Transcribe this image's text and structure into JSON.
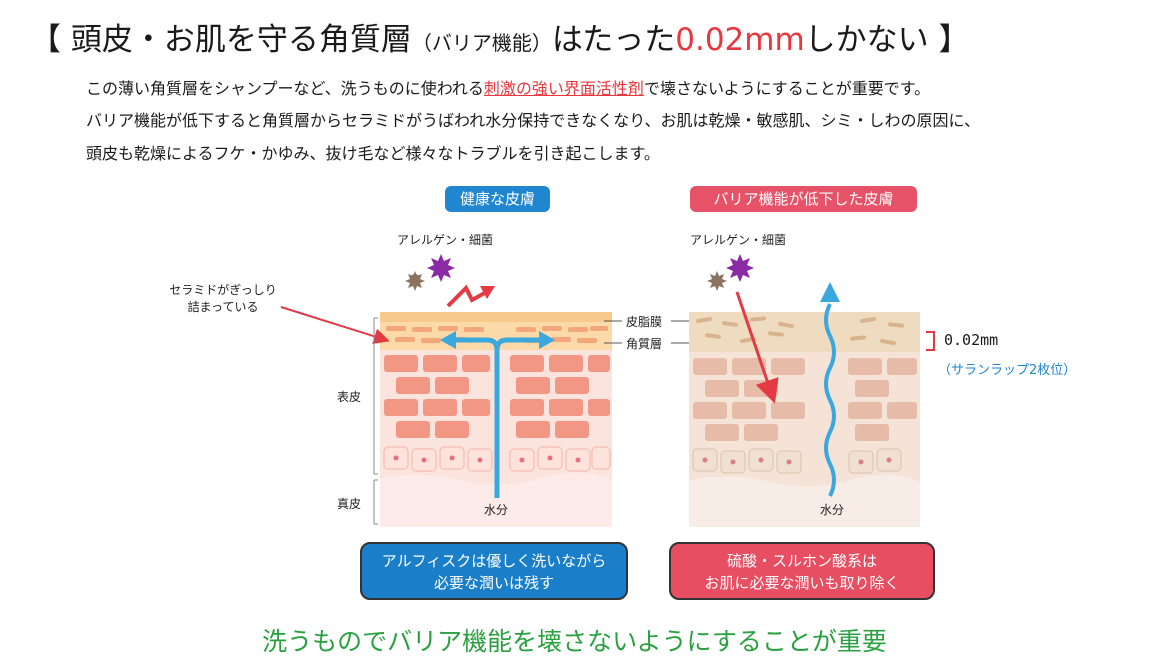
{
  "headline": {
    "open_bracket": "【",
    "main": "頭皮・お肌を守る角質層",
    "paren": "（バリア機能）",
    "mid": "はたった",
    "amount": "0.02mm",
    "tail": "しかない",
    "close_bracket": "】"
  },
  "paragraph": {
    "line1_pre": "この薄い角質層をシャンプーなど、洗うものに使われる",
    "line1_emph": "刺激の強い界面活性剤",
    "line1_post": "で壊さないようにすることが重要です。",
    "line2": "バリア機能が低下すると角質層からセラミドがうばわれ水分保持できなくなり、お肌は乾燥・敏感肌、シミ・しわの原因に、",
    "line3": "頭皮も乾燥によるフケ・かゆみ、抜け毛など様々なトラブルを引き起こします。"
  },
  "left_panel": {
    "title": "健康な皮膚",
    "allergen_label": "アレルゲン・細菌",
    "ceramide_note_line1": "セラミドがぎっしり",
    "ceramide_note_line2": "詰まっている",
    "epidermis_label": "表皮",
    "dermis_label": "真皮",
    "water_label": "水分",
    "sebum_label": "皮脂膜",
    "stratum_label": "角質層",
    "caption_line1": "アルフィスクは優しく洗いながら",
    "caption_line2": "必要な潤いは残す",
    "caption_color": "#1a7fc8"
  },
  "right_panel": {
    "title": "バリア機能が低下した皮膚",
    "allergen_label": "アレルゲン・細菌",
    "water_label": "水分",
    "thickness_value": "0.02mm",
    "thickness_note": "（サランラップ2枚位）",
    "caption_line1": "硫酸・スルホン酸系は",
    "caption_line2": "お肌に必要な潤いも取り除く",
    "caption_color": "#e84e62"
  },
  "footer": "洗うものでバリア機能を壊さないようにすることが重要",
  "colors": {
    "blue_pill": "#1f86cf",
    "red_pill": "#e65368",
    "accent_red": "#e8383d",
    "green": "#2aa140",
    "water_arrow": "#3aa7dd"
  }
}
